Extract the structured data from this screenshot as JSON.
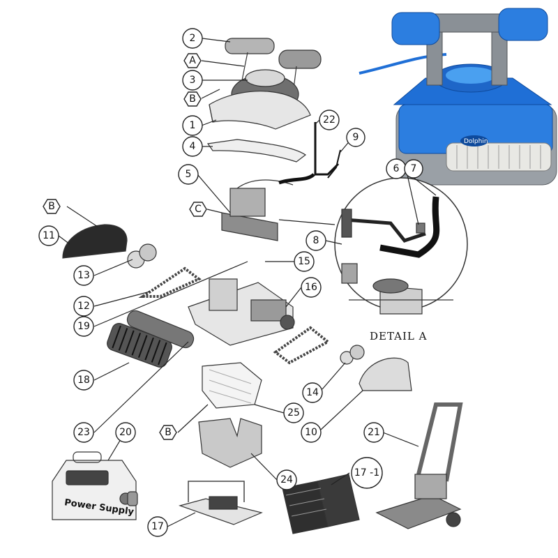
{
  "detail_label": "DETAIL A",
  "power_supply_text": "Power Supply",
  "product_brand": "Dolphin",
  "colors": {
    "robot_blue": "#1f6fd6",
    "robot_gray": "#8a9096",
    "ink": "#222222"
  },
  "callouts": [
    {
      "id": "c2",
      "label": "2",
      "shape": "circle"
    },
    {
      "id": "cA",
      "label": "A",
      "shape": "hex"
    },
    {
      "id": "c3",
      "label": "3",
      "shape": "circle"
    },
    {
      "id": "cB1",
      "label": "B",
      "shape": "hex"
    },
    {
      "id": "c1",
      "label": "1",
      "shape": "circle"
    },
    {
      "id": "c4",
      "label": "4",
      "shape": "circle"
    },
    {
      "id": "c22",
      "label": "22",
      "shape": "circle"
    },
    {
      "id": "c9",
      "label": "9",
      "shape": "circle"
    },
    {
      "id": "c5",
      "label": "5",
      "shape": "circle"
    },
    {
      "id": "cC",
      "label": "C",
      "shape": "hex"
    },
    {
      "id": "c6",
      "label": "6",
      "shape": "circle"
    },
    {
      "id": "c7",
      "label": "7",
      "shape": "circle"
    },
    {
      "id": "cB2",
      "label": "B",
      "shape": "hex"
    },
    {
      "id": "c11",
      "label": "11",
      "shape": "circle"
    },
    {
      "id": "c8",
      "label": "8",
      "shape": "circle"
    },
    {
      "id": "c13",
      "label": "13",
      "shape": "circle"
    },
    {
      "id": "c15",
      "label": "15",
      "shape": "circle"
    },
    {
      "id": "c16",
      "label": "16",
      "shape": "circle"
    },
    {
      "id": "c12",
      "label": "12",
      "shape": "circle"
    },
    {
      "id": "c19",
      "label": "19",
      "shape": "circle"
    },
    {
      "id": "c18",
      "label": "18",
      "shape": "circle"
    },
    {
      "id": "c14",
      "label": "14",
      "shape": "circle"
    },
    {
      "id": "c25",
      "label": "25",
      "shape": "circle"
    },
    {
      "id": "cB3",
      "label": "B",
      "shape": "hex"
    },
    {
      "id": "c23",
      "label": "23",
      "shape": "circle"
    },
    {
      "id": "c20",
      "label": "20",
      "shape": "circle"
    },
    {
      "id": "c10",
      "label": "10",
      "shape": "circle"
    },
    {
      "id": "c21",
      "label": "21",
      "shape": "circle"
    },
    {
      "id": "c24",
      "label": "24",
      "shape": "circle"
    },
    {
      "id": "c17_1",
      "label": "17 -1",
      "shape": "circle"
    },
    {
      "id": "c17",
      "label": "17",
      "shape": "circle"
    }
  ]
}
